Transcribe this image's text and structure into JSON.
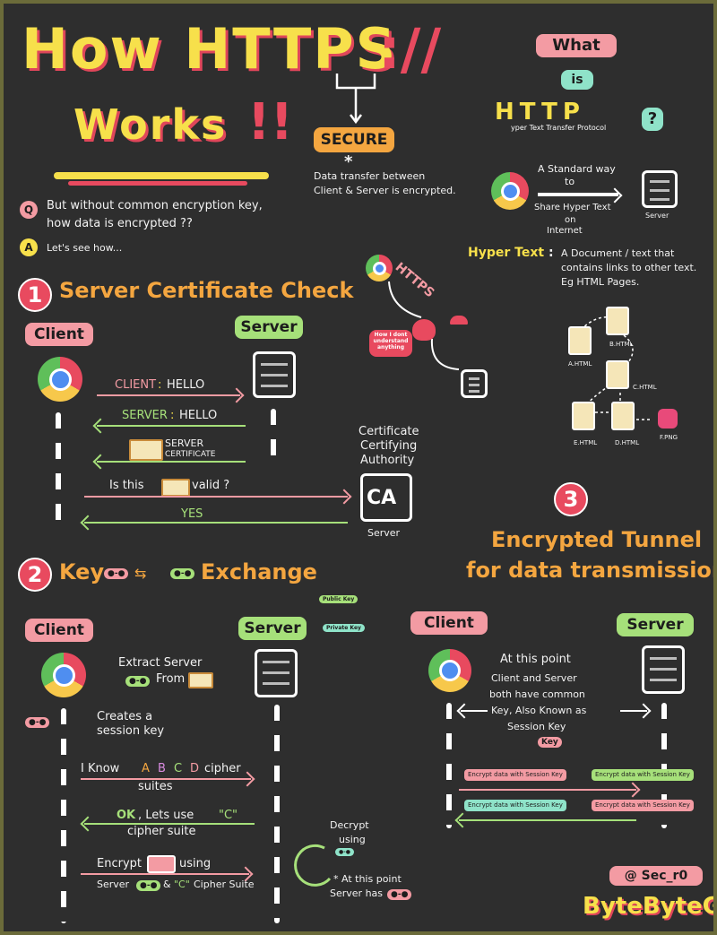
{
  "title": {
    "line1": "How HTTPS",
    "slash": "://",
    "line2": "Works",
    "bang": "!!"
  },
  "secure": {
    "label": "SECURE",
    "star": "*",
    "desc1": "Data transfer between",
    "desc2": "Client & Server is encrypted."
  },
  "what": {
    "w1": "What",
    "w2": "is",
    "acronym": "HTTP",
    "expansion": "yper Text Transfer Protocol",
    "q": "?",
    "std1": "A Standard way",
    "std2": "to",
    "std3": "Share Hyper Text",
    "std4": "on",
    "std5": "Internet",
    "server": "Server",
    "ht_label": "Hyper Text",
    "ht_colon": ":",
    "ht1": "A Document / text that",
    "ht2": "contains links to other text.",
    "ht3": "Eg HTML Pages.",
    "files": [
      "A.HTML",
      "B.HTML",
      "C.HTML",
      "D.HTML",
      "E.HTML",
      "F.PNG"
    ]
  },
  "qa": {
    "q_mark": "Q",
    "q1": "But without common encryption key,",
    "q2": "how data is encrypted ??",
    "a_mark": "A",
    "a1": "Let's see how..."
  },
  "https_demo": {
    "label": "HTTPS",
    "hacker": "How I dont understand anything"
  },
  "section1": {
    "num": "1",
    "title": "Server Certificate Check",
    "client": "Client",
    "server": "Server",
    "m1_pre": "CLIENT",
    "m1_colon": ":",
    "m1": "HELLO",
    "m2_pre": "SERVER",
    "m2_colon": ":",
    "m2": "HELLO",
    "m3a": "SERVER",
    "m3b": "CERTIFICATE",
    "m4a": "Is this",
    "m4b": "valid ?",
    "m5": "YES",
    "ca_t1": "Certificate",
    "ca_t2": "Certifying",
    "ca_t3": "Authority",
    "ca": "CA",
    "ca_server": "Server"
  },
  "section2": {
    "num": "2",
    "key_word": "Key",
    "exchange": "Exchange",
    "client": "Client",
    "server": "Server",
    "pub": "Public Key",
    "priv": "Private Key",
    "e1": "Extract Server",
    "e2": "From",
    "c1": "Creates a",
    "c2": "session key",
    "k1": "I Know",
    "k_a": "A",
    "k_b": "B",
    "k_c": "C",
    "k_d": "D",
    "k_cs": "cipher",
    "k2": "suites",
    "ok1": "OK",
    "ok2": ", Lets use",
    "ok3": "\"C\"",
    "ok4": "cipher suite",
    "enc1": "Encrypt",
    "enc2": "using",
    "enc3": "Server",
    "enc4": "&",
    "enc5": "\"C\"",
    "enc6": "Cipher Suite",
    "dec1": "Decrypt",
    "dec2": "using",
    "dec3": "* At this point",
    "dec4": "Server has"
  },
  "section3": {
    "num": "3",
    "title1": "Encrypted Tunnel",
    "title2": "for data transmission",
    "client": "Client",
    "server": "Server",
    "p1": "At this point",
    "p2": "Client and Server",
    "p3": "both have common",
    "p4": "Key, Also Known as",
    "p5": "Session Key",
    "box": "Encrypt data with Session Key",
    "key": "Key"
  },
  "brand": {
    "handle": "@ Sec_r0",
    "name": "ByteByteGo"
  }
}
